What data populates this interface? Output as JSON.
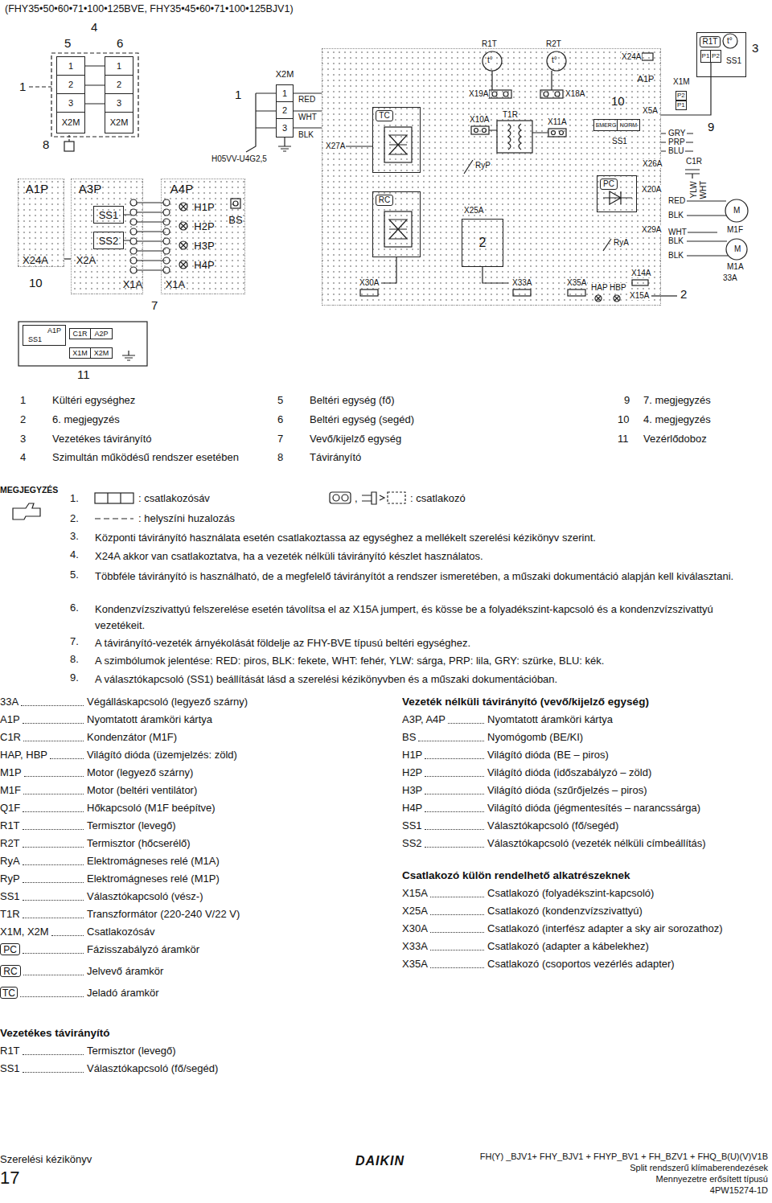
{
  "diagram": {
    "title": "(FHY35•50•60•71•100•125BVE, FHY35•45•60•71•100•125BJV1)",
    "nodes": [
      {
        "text": [
          "1",
          "2",
          "3",
          "X2M"
        ]
      },
      {
        "text": [
          "1",
          "2",
          "3",
          "X2M"
        ]
      },
      {
        "text": [
          "X2M",
          "1",
          "2",
          "3"
        ]
      },
      {
        "text": [
          "A1P"
        ]
      },
      {
        "text": [
          "TC"
        ],
        "in": 3
      },
      {
        "text": [
          "RC"
        ],
        "in": 3
      },
      {
        "text": [
          "2"
        ],
        "in": 3
      },
      {
        "text": [
          "PC"
        ],
        "in": 3
      },
      {
        "text": [
          "EMERG",
          "NORM"
        ],
        "in": 3
      },
      {
        "text": [
          "R1T",
          "SS1"
        ]
      },
      {
        "text": [
          "P1",
          "P2"
        ],
        "in": 9
      },
      {
        "text": [
          "A1P",
          "X24A"
        ]
      },
      {
        "text": [
          "A3P",
          "X2A",
          "X1A"
        ]
      },
      {
        "text": [
          "SS1"
        ],
        "in": 12
      },
      {
        "text": [
          "SS2"
        ],
        "in": 12
      },
      {
        "text": [
          "A4P",
          "H1P",
          "H2P",
          "H3P",
          "H4P",
          "BS",
          "X1A"
        ]
      },
      {
        "text": [
          "A1P",
          "SS1"
        ]
      },
      {
        "text": [
          "C1R"
        ]
      },
      {
        "text": [
          "A2P"
        ]
      },
      {
        "text": [
          "X1M"
        ]
      },
      {
        "text": [
          "X2M"
        ]
      },
      {
        "text": [
          "PC"
        ]
      },
      {
        "text": [
          "RC"
        ]
      },
      {
        "text": [
          "TC"
        ]
      }
    ],
    "edges": [
      {
        "from": 0,
        "to": 1,
        "arrow": "none"
      },
      {
        "from": 2,
        "to": 3,
        "arrow": "none"
      },
      {
        "from": 10,
        "to": 3,
        "arrow": "none"
      },
      {
        "from": 11,
        "to": 12,
        "arrow": "none"
      },
      {
        "from": 12,
        "to": 15,
        "arrow": "none"
      }
    ],
    "labels": [
      "4",
      "5",
      "6",
      "1",
      "8",
      "1",
      "RED",
      "WHT",
      "BLK",
      "X27A",
      "H05VV-U4G2,5",
      "R1T",
      "t°",
      "R2T",
      "t°",
      "X19A",
      "X18A",
      "X10A",
      "T1R",
      "X11A",
      "X24A",
      "10",
      "X1M",
      "P2",
      "P1",
      "X5A",
      "9",
      "GRY",
      "PRP",
      "BLU",
      "SS1",
      "X26A",
      "C1R",
      "YLW",
      "WHT",
      "RyP",
      "X25A",
      "X20A",
      "RED",
      "BLK",
      "M",
      "M1F",
      "RyA",
      "X29A",
      "WHT",
      "BLK",
      "BLK",
      "M",
      "M1A",
      "33A",
      "X14A",
      "X30A",
      "X33A",
      "X35A",
      "HAP",
      "HBP",
      "X15A",
      "2",
      "t°",
      "3",
      "10",
      "7",
      "11",
      "1",
      "Kültéri egységhez",
      "5",
      "Beltéri egység (fő)",
      "9",
      "7. megjegyzés",
      "2",
      "6. megjegyzés",
      "6",
      "Beltéri egység (segéd)",
      "10",
      "4. megjegyzés",
      "3",
      "Vezetékes távirányító",
      "7",
      "Vevő/kijelző egység",
      "11",
      "Vezérlődoboz",
      "4",
      "Szimultán működésű rendszer esetében",
      "8",
      "Távirányító",
      "MEGJEGYZÉS",
      "1.",
      ": csatlakozósáv",
      ",",
      ": csatlakozó",
      "2.",
      ": helyszíni huzalozás",
      "3.",
      "Központi távirányító használata esetén csatlakoztassa az egységhez a mellékelt szerelési kézikönyv szerint.",
      "4.",
      "X24A akkor van csatlakoztatva, ha a vezeték nélküli távirányító készlet használatos.",
      "5.",
      "Többféle távirányító is használható, de a megfelelő távirányítót a rendszer ismeretében, a műszaki dokumentáció alapján kell kiválasztani.",
      "6.",
      "Kondenzvízszivattyú felszerelése esetén távolítsa el az X15A jumpert, és kösse be a folyadékszint-kapcsoló és a kondenzvízszivattyú vezetékeit.",
      "7.",
      "A távirányító-vezeték árnyékolását földelje az FHY-BVE típusú beltéri egységhez.",
      "8.",
      "A szimbólumok jelentése: RED: piros, BLK: fekete, WHT: fehér, YLW: sárga, PRP: lila, GRY: szürke, BLU: kék.",
      "9.",
      "A választókapcsoló (SS1) beállítását lásd a szerelési kézikönyvben és a műszaki dokumentációban.",
      "33A",
      "Végálláskapcsoló (legyező szárny)",
      "A1P",
      "Nyomtatott áramköri kártya",
      "C1R",
      "Kondenzátor (M1F)",
      "HAP, HBP",
      "Világító dióda (üzemjelzés: zöld)",
      "M1P",
      "Motor (legyező szárny)",
      "M1F",
      "Motor (beltéri ventilátor)",
      "Q1F",
      "Hőkapcsoló (M1F beépítve)",
      "R1T",
      "Termisztor (levegő)",
      "R2T",
      "Termisztor (hőcserélő)",
      "RyA",
      "Elektromágneses relé (M1A)",
      "RyP",
      "Elektromágneses relé (M1P)",
      "SS1",
      "Választókapcsoló (vész-)",
      "T1R",
      "Transzformátor (220-240 V/22 V)",
      "X1M, X2M",
      "Csatlakozósáv",
      "Fázisszabályzó áramkör",
      "Jelvevő áramkör",
      "Jeladó áramkör",
      "Vezetékes távirányító",
      "R1T",
      "Termisztor (levegő)",
      "SS1",
      "Választókapcsoló (fő/segéd)",
      "Vezeték nélküli távirányító (vevő/kijelző egység)",
      "A3P, A4P",
      "Nyomtatott áramköri kártya",
      "BS",
      "Nyomógomb (BE/KI)",
      "H1P",
      "Világító dióda (BE – piros)",
      "H2P",
      "Világító dióda (időszabályzó – zöld)",
      "H3P",
      "Világító dióda (szűrőjelzés – piros)",
      "H4P",
      "Világító dióda (jégmentesítés – narancssárga)",
      "SS1",
      "Választókapcsoló (fő/segéd)",
      "SS2",
      "Választókapcsoló (vezeték nélküli címbeállítás)",
      "Csatlakozó külön rendelhető alkatrészeknek",
      "X15A",
      "Csatlakozó (folyadékszint-kapcsoló)",
      "X25A",
      "Csatlakozó (kondenzvízszivattyú)",
      "X30A",
      "Csatlakozó (interfész adapter a sky air sorozathoz)",
      "X33A",
      "Csatlakozó (adapter a kábelekhez)",
      "X35A",
      "Csatlakozó (csoportos vezérlés adapter)",
      "Szerelési kézikönyv",
      "17",
      "DAIKIN",
      "FH(Y) _BJV1+ FHY_BJV1 + FHYP_BV1 + FH_BZV1 + FHQ_B(U)(V)V1B",
      "Split rendszerű klímaberendezések",
      "Mennyezetre erősített típusú",
      "4PW15274-1D"
    ]
  }
}
